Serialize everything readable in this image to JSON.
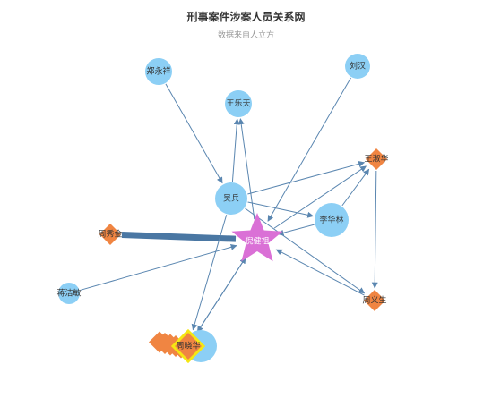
{
  "chart": {
    "title": "刑事案件涉案人员关系网",
    "subtitle": "数据来自人立方"
  },
  "colors": {
    "person": "#8ccff5",
    "diamond": "#f08542",
    "center": "#da70d6",
    "edge": "#5a86b0",
    "thick_edge": "#4a77a3",
    "highlight": "#f5e613"
  },
  "chart_data": {
    "type": "graph",
    "nodes": [
      {
        "id": "center",
        "name": "倪健祖",
        "category": "center"
      },
      {
        "id": "wubing",
        "name": "吴兵",
        "category": "person"
      },
      {
        "id": "lihualin",
        "name": "李华林",
        "category": "person"
      },
      {
        "id": "zhengyongxiang",
        "name": "郑永祥",
        "category": "person"
      },
      {
        "id": "wangletian",
        "name": "王乐天",
        "category": "person"
      },
      {
        "id": "liuhan",
        "name": "刘汉",
        "category": "person"
      },
      {
        "id": "wangshuhua",
        "name": "王淑华",
        "category": "diamond"
      },
      {
        "id": "zhouyisheng",
        "name": "周义生",
        "category": "diamond"
      },
      {
        "id": "zhouxiujin",
        "name": "周秀金",
        "category": "diamond"
      },
      {
        "id": "jiangjiemin",
        "name": "蒋洁敏",
        "category": "person"
      },
      {
        "id": "zhouxiaohua",
        "name": "周晓华",
        "category": "highlight"
      }
    ],
    "links": [
      {
        "source": "zhouxiujin",
        "target": "center",
        "weight": "heavy"
      },
      {
        "source": "zhengyongxiang",
        "target": "wubing"
      },
      {
        "source": "wubing",
        "target": "wangletian"
      },
      {
        "source": "liuhan",
        "target": "center"
      },
      {
        "source": "lihualin",
        "target": "center"
      },
      {
        "source": "lihualin",
        "target": "wangshuhua"
      },
      {
        "source": "wubing",
        "target": "wangshuhua"
      },
      {
        "source": "center",
        "target": "wangshuhua"
      },
      {
        "source": "wangshuhua",
        "target": "zhouyisheng"
      },
      {
        "source": "wubing",
        "target": "zhouyisheng"
      },
      {
        "source": "zhouyisheng",
        "target": "center"
      },
      {
        "source": "jiangjiemin",
        "target": "center"
      },
      {
        "source": "wubing",
        "target": "lihualin"
      },
      {
        "source": "center",
        "target": "wangletian"
      },
      {
        "source": "zhouxiaohua",
        "target": "center"
      },
      {
        "source": "wubing",
        "target": "zhouxiaohua"
      },
      {
        "source": "center",
        "target": "zhouxiaohua"
      }
    ]
  }
}
